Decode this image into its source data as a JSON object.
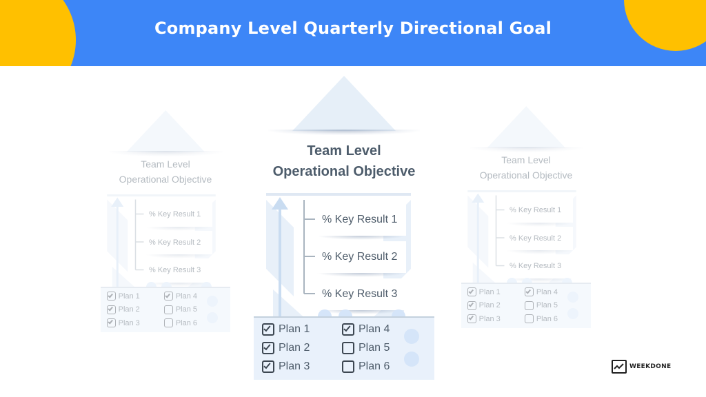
{
  "title": "Company Level Quarterly Directional Goal",
  "colors": {
    "header": "#3d86f7",
    "accent_yellow": "#ffc000",
    "panel": "#e9f1fb",
    "text": "#4f5d6b"
  },
  "cards": [
    {
      "objective_line1": "Team Level",
      "objective_line2": "Operational Objective",
      "key_results": [
        "% Key Result 1",
        "% Key Result 2",
        "% Key Result 3"
      ],
      "plans": [
        {
          "label": "Plan 1",
          "checked": true
        },
        {
          "label": "Plan 2",
          "checked": true
        },
        {
          "label": "Plan 3",
          "checked": true
        },
        {
          "label": "Plan 4",
          "checked": true
        },
        {
          "label": "Plan 5",
          "checked": false
        },
        {
          "label": "Plan 6",
          "checked": false
        }
      ]
    },
    {
      "objective_line1": "Team Level",
      "objective_line2": "Operational Objective",
      "key_results": [
        "% Key Result 1",
        "% Key Result 2",
        "% Key Result 3"
      ],
      "plans": [
        {
          "label": "Plan 1",
          "checked": true
        },
        {
          "label": "Plan 2",
          "checked": true
        },
        {
          "label": "Plan 3",
          "checked": true
        },
        {
          "label": "Plan 4",
          "checked": true
        },
        {
          "label": "Plan 5",
          "checked": false
        },
        {
          "label": "Plan 6",
          "checked": false
        }
      ]
    },
    {
      "objective_line1": "Team Level",
      "objective_line2": "Operational Objective",
      "key_results": [
        "% Key Result 1",
        "% Key Result 2",
        "% Key Result 3"
      ],
      "plans": [
        {
          "label": "Plan 1",
          "checked": true
        },
        {
          "label": "Plan 2",
          "checked": true
        },
        {
          "label": "Plan 3",
          "checked": true
        },
        {
          "label": "Plan 4",
          "checked": true
        },
        {
          "label": "Plan 5",
          "checked": false
        },
        {
          "label": "Plan 6",
          "checked": false
        }
      ]
    }
  ],
  "logo": {
    "text": "WEEKDONE",
    "icon": "weekdone-logo-icon"
  }
}
